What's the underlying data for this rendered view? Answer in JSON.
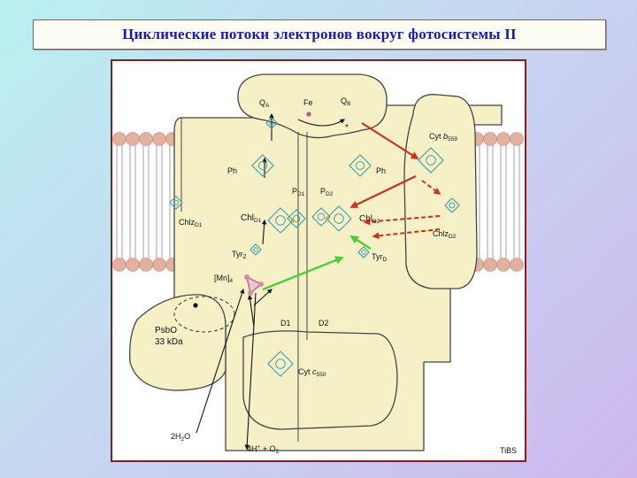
{
  "slide": {
    "title": "Циклические потоки электронов вокруг фотосистемы II"
  },
  "diagram": {
    "labels": {
      "qa": "Q",
      "qa_sub": "A",
      "fe": "Fe",
      "qb": "Q",
      "qb_sub": "B",
      "cyt_b": "Cyt ",
      "cyt_b_it": "b",
      "cyt_b_sub": "559",
      "ph_left": "Ph",
      "ph_right": "Ph",
      "pd1": "P",
      "pd1_sub": "D1",
      "pd2": "P",
      "pd2_sub": "D2",
      "chlz_d1": "Chlz",
      "chlz_d1_sub": "D1",
      "chl_d1": "Chl",
      "chl_d1_sub": "D1",
      "chl_d2": "Chl",
      "chl_d2_sub": "D2",
      "chlz_d2": "Chlz",
      "chlz_d2_sub": "D2",
      "tyr_z": "Tyr",
      "tyr_z_sub": "Z",
      "tyr_d": "Tyr",
      "tyr_d_sub": "D",
      "mn": "[Mn]",
      "mn_sub": "4",
      "d1": "D1",
      "d2": "D2",
      "psbo_name": "PsbO",
      "psbo_mass": "33 kDa",
      "cyt_c": "Cyt ",
      "cyt_c_it": "c",
      "cyt_c_sub": "550",
      "water": "2H",
      "water_sub": "2",
      "water_end": "O",
      "products": "4H",
      "products_sup": "+",
      "products_mid": " + O",
      "products_sub": "2",
      "credit": "TiBS",
      "star": "*"
    },
    "colors": {
      "protein_fill": "#f6f0c6",
      "protein_stroke": "#444444",
      "lipid_head": "#e2b09e",
      "cofactor": "#3a9aaa",
      "cyclic_arrow": "#c8321e",
      "tyr_arrow": "#4ccd3a",
      "mn_cluster": "#d88aa0"
    }
  }
}
